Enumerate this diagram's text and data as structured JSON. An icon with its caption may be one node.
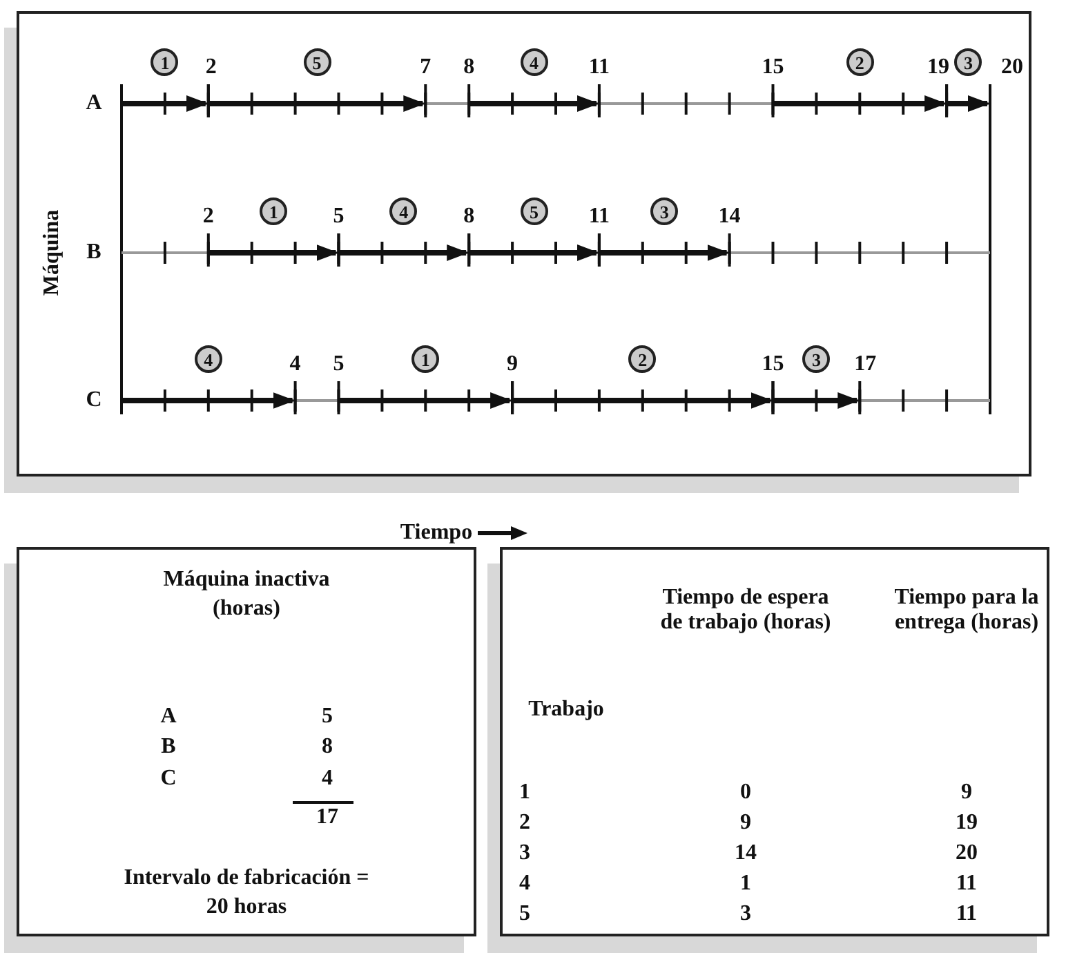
{
  "diagram": {
    "nodes": [
      {
        "text": [],
        "shape": "box"
      },
      {
        "text": [
          "1"
        ],
        "in": 0
      },
      {
        "text": [
          "5"
        ],
        "in": 0
      },
      {
        "text": [
          "4"
        ],
        "in": 0
      },
      {
        "text": [
          "2"
        ],
        "in": 0
      },
      {
        "text": [
          "3"
        ],
        "in": 0
      },
      {
        "text": [
          "1"
        ],
        "in": 0
      },
      {
        "text": [
          "4"
        ],
        "in": 0
      },
      {
        "text": [
          "5"
        ],
        "in": 0
      },
      {
        "text": [
          "3"
        ],
        "in": 0
      },
      {
        "text": [
          "4"
        ],
        "in": 0
      },
      {
        "text": [
          "1"
        ],
        "in": 0
      },
      {
        "text": [
          "2"
        ],
        "in": 0
      },
      {
        "text": [
          "3"
        ],
        "in": 0
      },
      {
        "text": [
          "Máquina inactiva (horas)",
          "Intervalo de fabricación = 20 horas"
        ]
      },
      {
        "text": [],
        "shape": "box"
      }
    ],
    "edges": [],
    "labels": [
      "2",
      "7",
      "8",
      "11",
      "15",
      "19",
      "20",
      "A",
      "Máquina",
      "2",
      "5",
      "8",
      "11",
      "14",
      "B",
      "4",
      "5",
      "9",
      "15",
      "17",
      "C",
      "Tiempo",
      "A",
      "5",
      "B",
      "8",
      "C",
      "4",
      "17",
      "Trabajo",
      "Tiempo de espera de trabajo (horas)",
      "Tiempo para la entrega (horas)",
      "1",
      "0",
      "9",
      "2",
      "9",
      "19",
      "3",
      "14",
      "20",
      "4",
      "1",
      "11",
      "5",
      "3",
      "11"
    ]
  }
}
